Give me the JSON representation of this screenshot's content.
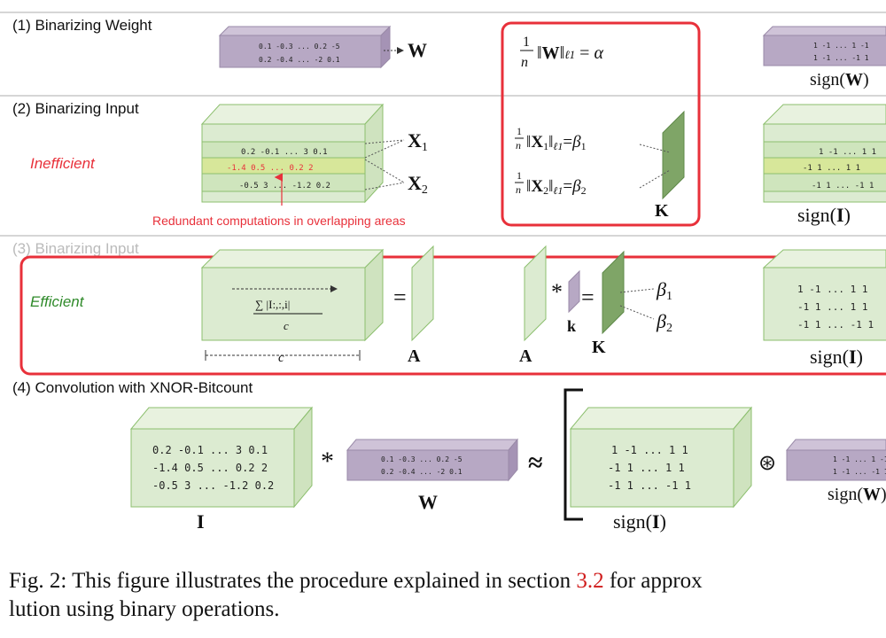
{
  "sections": {
    "s1_title": "(1)  Binarizing Weight",
    "s2_title": "(2) Binarizing Input",
    "s3_title": "(3) Binarizing Input",
    "s4_title": "(4) Convolution with XNOR-Bitcount"
  },
  "labels": {
    "inefficient": "Inefficient",
    "efficient": "Efficient",
    "redundant": "Redundant computations in overlapping areas"
  },
  "math": {
    "W": "W",
    "X1": "X",
    "X1_sub": "1",
    "X2": "X",
    "X2_sub": "2",
    "K": "K",
    "A": "A",
    "k": "k",
    "I": "I",
    "beta1": "β",
    "beta1_sub": "1",
    "beta2": "β",
    "beta2_sub": "2",
    "alpha_eq": "1/n ‖W‖ℓ1 = α",
    "beta1_eq": "1/n ‖X1‖ℓ1 = β1",
    "beta2_eq": "1/n ‖X2‖ℓ1 = β2",
    "signW": "sign(W)",
    "signI": "sign(I)",
    "sum_expr": "∑ |I:,:,i|",
    "c": "c",
    "star": "*",
    "eq": "=",
    "approx": "≈",
    "xnor": "⊛"
  },
  "tensors": {
    "w_row1": "0.1 -0.3 ... 0.2 -5",
    "w_row2": "0.2 -0.4 ... -2 0.1",
    "signw_row1": "1 -1 ... 1 -1",
    "signw_row2": "1 -1 ... -1 1",
    "x_row1": "0.2 -0.1 ... 3 0.1",
    "x_row2": "-1.4 0.5 ... 0.2 2",
    "x_row3": "-0.5 3 ... -1.2 0.2",
    "sx_row1": "1 -1 ... 1 1",
    "sx_row2": "-1 1 ... 1 1",
    "sx_row3": "-1 1 ... -1 1",
    "sign3_row1": "1 -1 ... 1 1",
    "sign3_row2": "-1 1 ... 1 1",
    "sign3_row3": "-1 1 ... -1 1",
    "i_row1": "0.2 -0.1 ... 3 0.1",
    "i_row2": "-1.4 0.5 ... 0.2 2",
    "i_row3": "-0.5 3 ... -1.2 0.2",
    "si_row1": "1 -1 ... 1 1",
    "si_row2": "-1 1 ... 1 1",
    "si_row3": "-1 1 ... -1 1"
  },
  "caption": {
    "line1_prefix": "Fig. 2: This figure illustrates the procedure explained in section ",
    "ref": "3.2",
    "line1_suffix": " for approx",
    "line2": "lution using binary operations."
  },
  "colors": {
    "weight_fill": "#b7a8c4",
    "input_fill": "#dcebd1",
    "input_stroke": "#8cbf6e",
    "highlight_red": "#e8303a",
    "kernel_green": "#7fa567",
    "efficient_green": "#2f8a2a"
  }
}
